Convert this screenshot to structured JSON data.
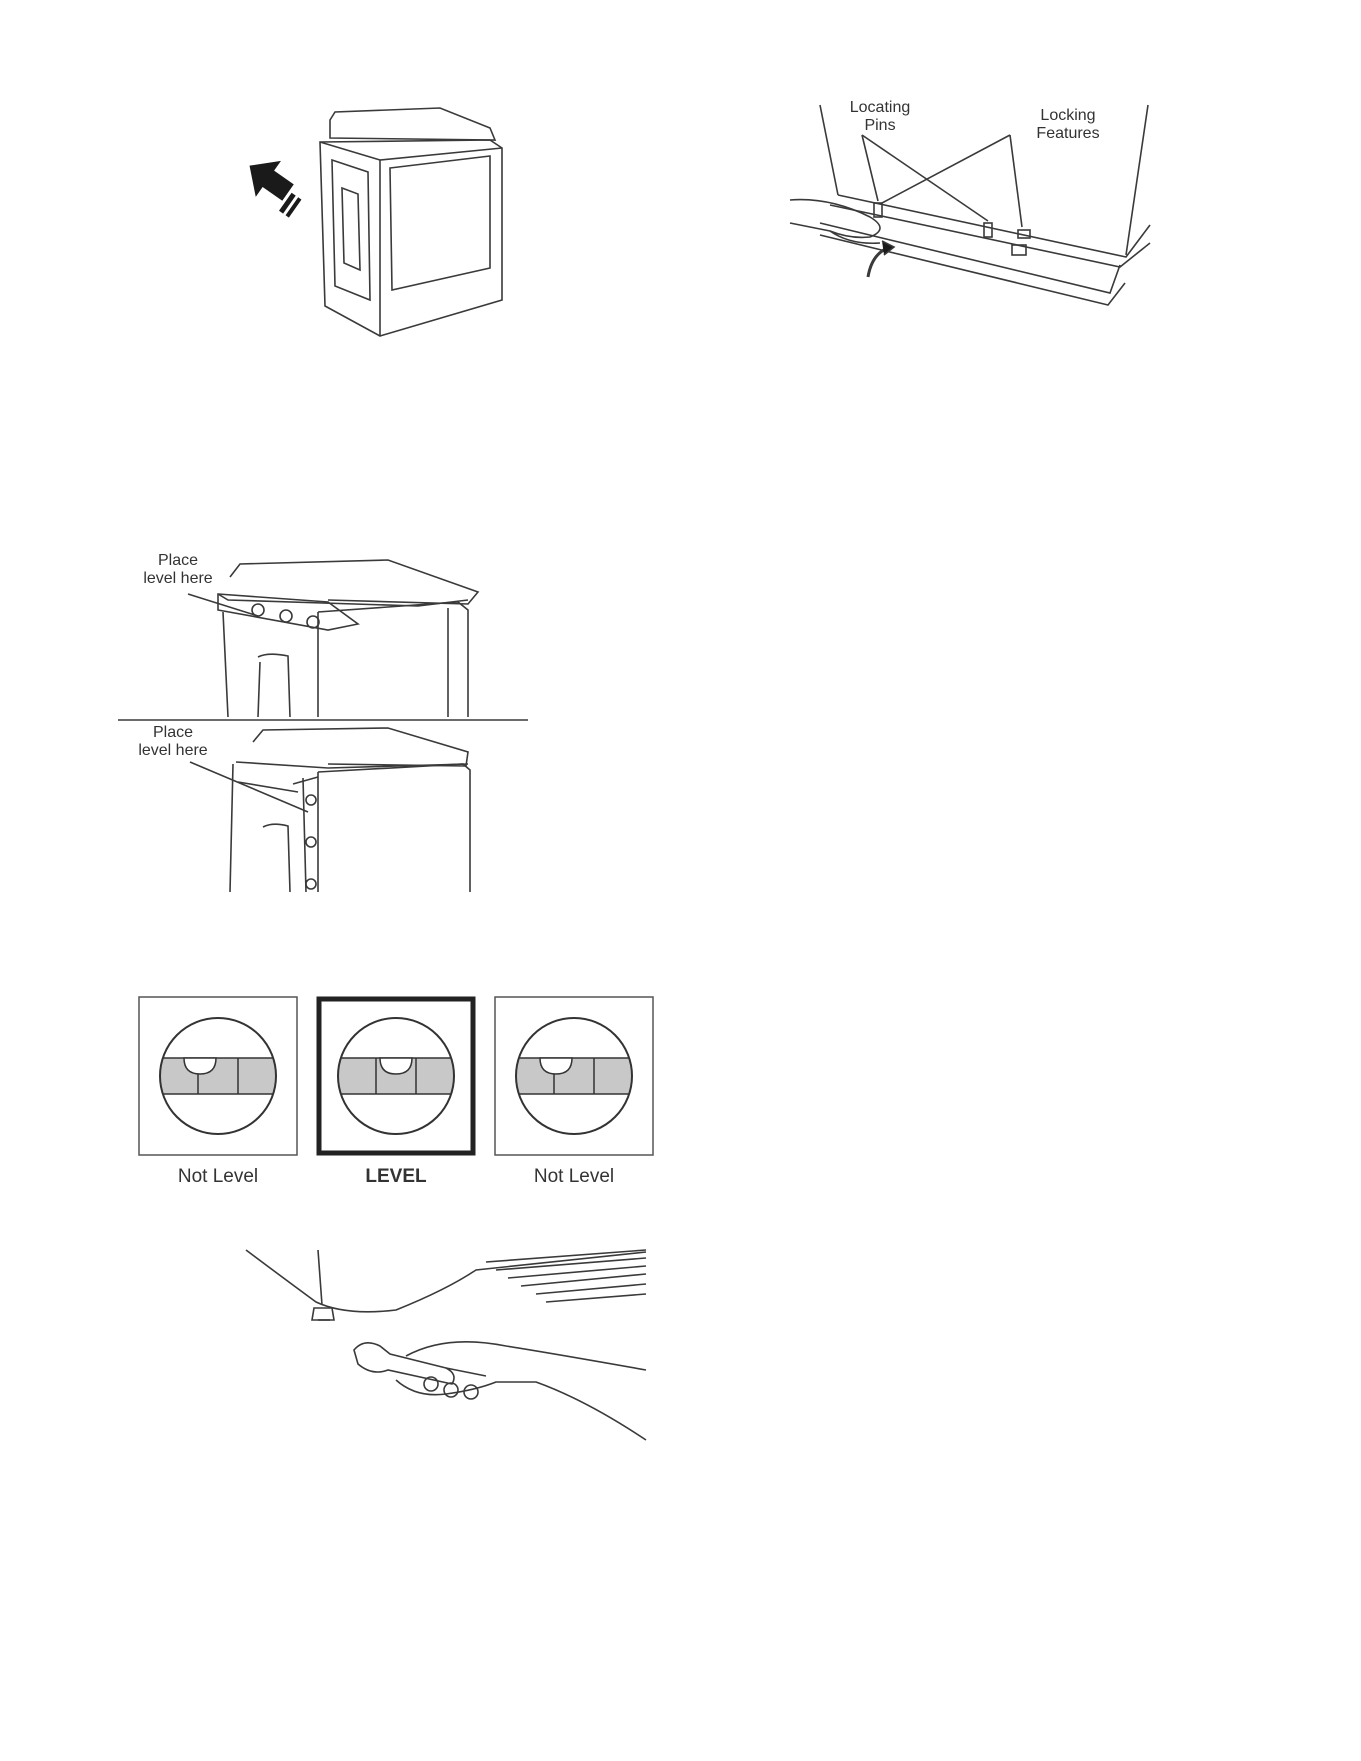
{
  "pin_diagram": {
    "locating_pins_label": "Locating\nPins",
    "locking_features_label": "Locking\nFeatures"
  },
  "level_placement": {
    "top_label": "Place\nlevel here",
    "bottom_label": "Place\nlevel here"
  },
  "level_indicators": [
    {
      "caption": "Not Level",
      "bubble_offset": -0.18,
      "highlighted": false
    },
    {
      "caption": "LEVEL",
      "bubble_offset": 0.0,
      "highlighted": true
    },
    {
      "caption": "Not Level",
      "bubble_offset": -0.18,
      "highlighted": false
    }
  ],
  "colors": {
    "line": "#3a3a3a",
    "level_band": "#c8c8c8",
    "frame": "#555555"
  }
}
